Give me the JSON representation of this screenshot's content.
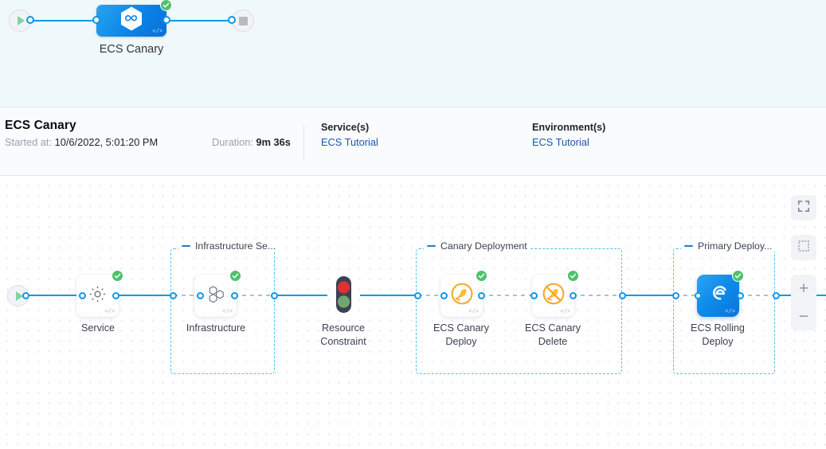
{
  "minimap": {
    "start_icon": "play-icon",
    "end_icon": "stop-icon",
    "node_label": "ECS Canary",
    "node_icon": "harness-hexagon-icon",
    "node_status": "success",
    "code_badge": "</>"
  },
  "execution": {
    "title": "ECS Canary",
    "started_label": "Started at",
    "started_value": "10/6/2022, 5:01:20 PM",
    "duration_label": "Duration",
    "duration_value": "9m 36s",
    "services_heading": "Service(s)",
    "services_value": "ECS Tutorial",
    "environments_heading": "Environment(s)",
    "environments_value": "ECS Tutorial"
  },
  "canvas": {
    "start_icon": "play-icon",
    "groups": [
      {
        "id": "infrastructure-section",
        "label": "Infrastructure Se..."
      },
      {
        "id": "canary-deployment",
        "label": "Canary Deployment"
      },
      {
        "id": "primary-deployment",
        "label": "Primary Deploy..."
      }
    ],
    "nodes": [
      {
        "id": "service",
        "label": "Service",
        "icon": "gear-icon",
        "status": "success",
        "style": "card",
        "code_badge": "</>"
      },
      {
        "id": "infrastructure",
        "label": "Infrastructure",
        "icon": "hexagon-cluster-icon",
        "status": "success",
        "style": "card",
        "code_badge": "</>"
      },
      {
        "id": "resource-constraint",
        "label": "Resource\nConstraint",
        "icon": "traffic-light-icon",
        "status": "none",
        "style": "plain",
        "code_badge": ""
      },
      {
        "id": "ecs-canary-deploy",
        "label": "ECS Canary\nDeploy",
        "icon": "canary-bird-icon",
        "status": "success",
        "style": "card",
        "code_badge": "</>"
      },
      {
        "id": "ecs-canary-delete",
        "label": "ECS Canary\nDelete",
        "icon": "canary-bird-delete-icon",
        "status": "success",
        "style": "card",
        "code_badge": "</>"
      },
      {
        "id": "ecs-rolling-deploy",
        "label": "ECS Rolling\nDeploy",
        "icon": "ecs-rolling-icon",
        "status": "success",
        "style": "blue",
        "code_badge": "</>"
      }
    ],
    "node_labels": {
      "service": "Service",
      "infrastructure": "Infrastructure",
      "resource_constraint_l1": "Resource",
      "resource_constraint_l2": "Constraint",
      "canary_deploy_l1": "ECS Canary",
      "canary_deploy_l2": "Deploy",
      "canary_delete_l1": "ECS Canary",
      "canary_delete_l2": "Delete",
      "rolling_deploy_l1": "ECS Rolling",
      "rolling_deploy_l2": "Deploy"
    },
    "controls": [
      {
        "id": "fullscreen",
        "icon": "fullscreen-icon"
      },
      {
        "id": "select-area",
        "icon": "dashed-selection-icon"
      },
      {
        "id": "zoom-in",
        "icon": "plus-icon",
        "label": "+"
      },
      {
        "id": "zoom-out",
        "icon": "minus-icon",
        "label": "−"
      }
    ]
  },
  "colors": {
    "accent_blue": "#0a99e6",
    "node_blue": "#0d8ae9",
    "success_green": "#4dc26a",
    "group_border": "#4ec3f0",
    "link_blue": "#1b58a5",
    "canary_orange": "#f5a623",
    "traffic_red": "#e03131",
    "traffic_green": "#6fa86f",
    "minimap_bg": "#eff8fb"
  }
}
